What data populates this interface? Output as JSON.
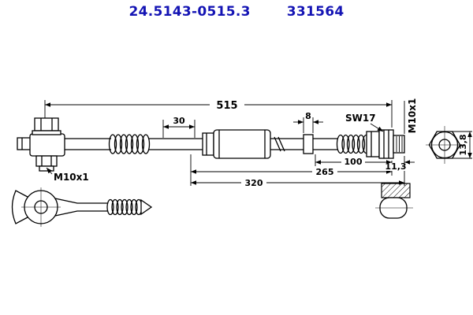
{
  "header": {
    "part_number": "24.5143-0515.3",
    "ean_number": "331564",
    "text_color": "#1414b4"
  },
  "drawing": {
    "line_color": "#000000",
    "background_color": "#ffffff",
    "labels": {
      "overall_length": "515",
      "collar_length": "30",
      "ring_width": "8",
      "wrench_size": "SW17",
      "thread_left": "M10x1",
      "thread_right": "M10x1",
      "length_265": "265",
      "length_320": "320",
      "length_100": "100",
      "stub_length": "11,3",
      "across_flats": "13,8"
    }
  }
}
